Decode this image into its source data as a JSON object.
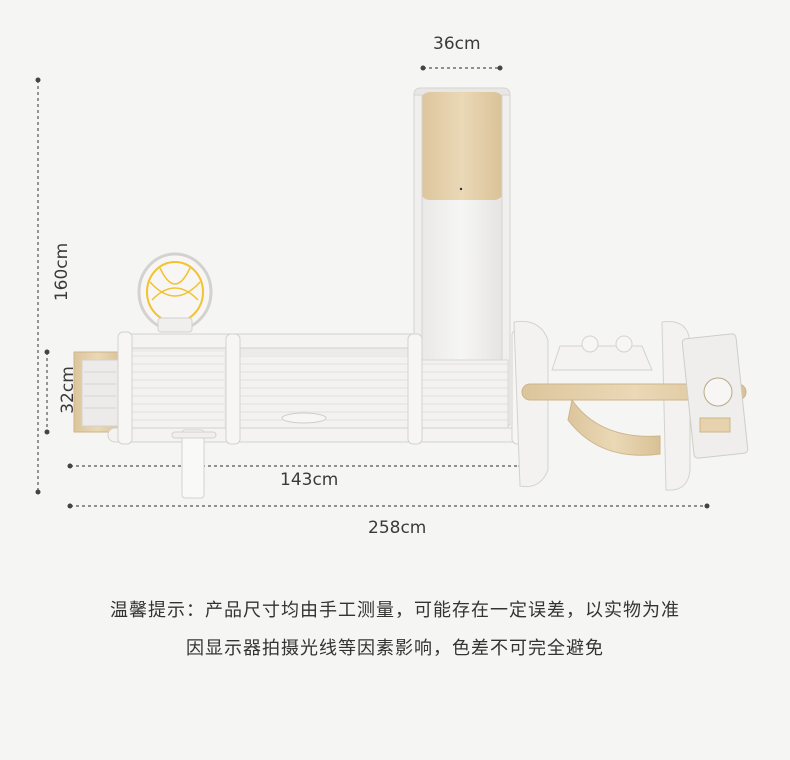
{
  "dimensions": {
    "top_width": "36cm",
    "left_height": "160cm",
    "left_inner_height": "32cm",
    "inner_width": "143cm",
    "total_width": "258cm"
  },
  "note": {
    "line1": "温馨提示：产品尺寸均由手工测量，可能存在一定误差，以实物为准",
    "line2": "因显示器拍摄光线等因素影响，色差不可完全避免"
  },
  "colors": {
    "background": "#f5f5f4",
    "beige": "#e6d2ad",
    "frame": "#ecebea",
    "yellow": "#f2c230",
    "dimline": "#555555"
  }
}
